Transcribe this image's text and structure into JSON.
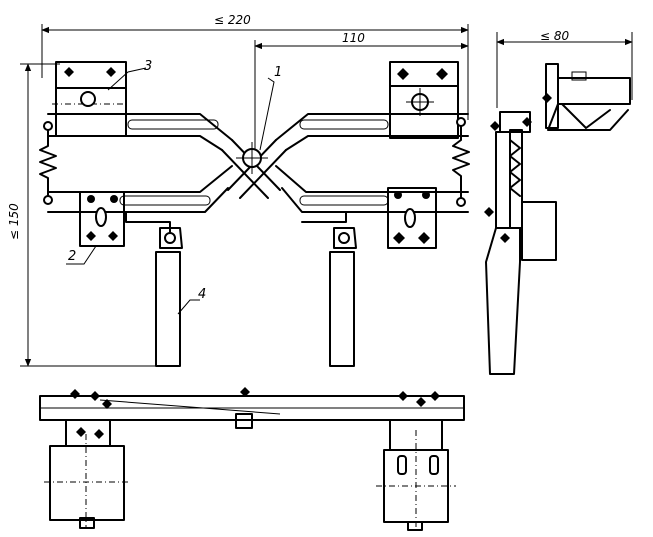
{
  "dimensions": {
    "overall_width": "≤ 220",
    "half_width": "110",
    "side_width": "≤ 80",
    "overall_height": "≤ 150"
  },
  "callouts": {
    "c1": "1",
    "c2": "2",
    "c3": "3",
    "c4": "4"
  },
  "icons": {
    "dimension_arrow": "arrowhead",
    "fastener": "bolt-circle"
  }
}
